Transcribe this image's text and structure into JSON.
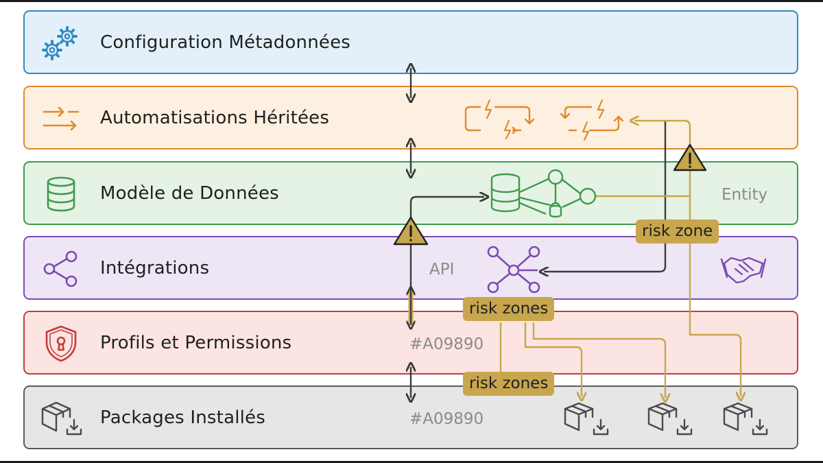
{
  "layers": [
    {
      "title": "Configuration Métadonnées",
      "icon": "gears-icon",
      "color": "#2e8ac2",
      "bg": "#e3f0f9"
    },
    {
      "title": "Automatisations Héritées",
      "icon": "arrows-right-icon",
      "color": "#e08a2a",
      "bg": "#fdf0e0"
    },
    {
      "title": "Modèle de Données",
      "icon": "database-icon",
      "color": "#3e9a4e",
      "bg": "#e5f3e5"
    },
    {
      "title": "Intégrations",
      "icon": "share-icon",
      "color": "#7b4bb0",
      "bg": "#eee6f5"
    },
    {
      "title": "Profils et Permissions",
      "icon": "shield-lock-icon",
      "color": "#c43c3c",
      "bg": "#fbe4e2"
    },
    {
      "title": "Packages Installés",
      "icon": "package-download-icon",
      "color": "#5a5a5a",
      "bg": "#e6e6e6"
    }
  ],
  "labels": {
    "entity": "Entity",
    "api": "API",
    "hex_profiles": "#A09890",
    "hex_packages": "#A09890"
  },
  "risk_labels": {
    "risk_zone": "risk zone",
    "risk_zones_upper": "risk zones",
    "risk_zones_lower": "risk zones"
  },
  "colors": {
    "risk": "#c8a64e",
    "connector": "#3a3a3a"
  }
}
